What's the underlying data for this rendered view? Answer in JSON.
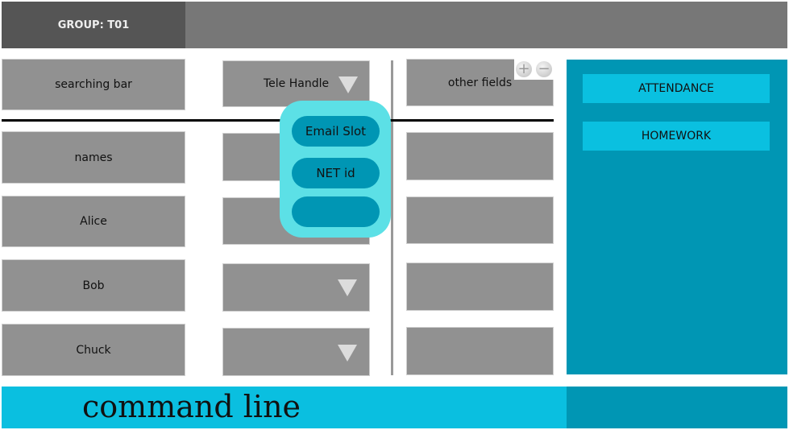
{
  "header": {
    "group_label": "GROUP: T01"
  },
  "left_column": {
    "search": "searching bar",
    "header": "names",
    "names": [
      "Alice",
      "Bob",
      "Chuck"
    ]
  },
  "middle_column": {
    "header": "Tele Handle",
    "dropdown_options": [
      "Email Slot",
      "NET id",
      ""
    ]
  },
  "right_column": {
    "header": "other fields",
    "zoom_in": "+",
    "zoom_out": "−"
  },
  "side_panel": {
    "buttons": [
      "ATTENDANCE",
      "HOMEWORK"
    ]
  },
  "command_line": {
    "placeholder": "command line"
  },
  "colors": {
    "header_dark": "#555555",
    "header": "#777777",
    "cell": "#919191",
    "panel": "#0096b4",
    "accent": "#0ac0e0",
    "popup": "#5ce0e6"
  }
}
